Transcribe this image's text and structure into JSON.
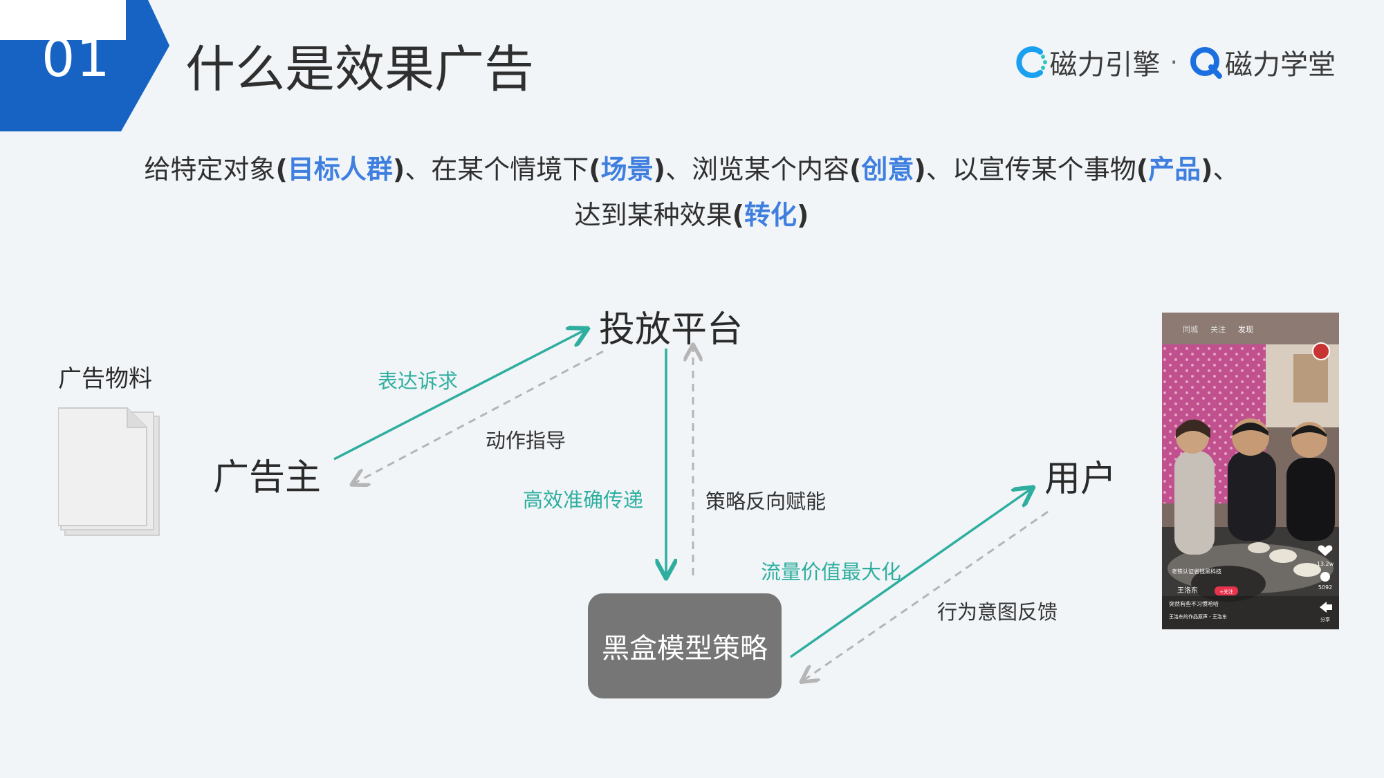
{
  "header": {
    "section_number": "01",
    "title": "什么是效果广告",
    "logos": [
      {
        "name": "磁力引擎",
        "icon": "c-arc-logo-icon"
      },
      {
        "name": "磁力学堂",
        "icon": "q-ring-logo-icon"
      }
    ],
    "logo_separator": "·",
    "colors": {
      "badge": "#1763c4",
      "accent_blue": "#3f7fdf",
      "teal": "#2fae9f",
      "gray_box": "#767676"
    }
  },
  "definition": {
    "parts": [
      {
        "text": "给特定对象",
        "kw": false
      },
      {
        "text": "(",
        "paren": true
      },
      {
        "text": "目标人群",
        "kw": true
      },
      {
        "text": ")",
        "paren": true
      },
      {
        "text": "、在某个情境下",
        "kw": false
      },
      {
        "text": "(",
        "paren": true
      },
      {
        "text": "场景",
        "kw": true
      },
      {
        "text": ")",
        "paren": true
      },
      {
        "text": "、浏览某个内容",
        "kw": false
      },
      {
        "text": "(",
        "paren": true
      },
      {
        "text": "创意",
        "kw": true
      },
      {
        "text": ")",
        "paren": true
      },
      {
        "text": "、以宣传某个事物",
        "kw": false
      },
      {
        "text": "(",
        "paren": true
      },
      {
        "text": "产品",
        "kw": true
      },
      {
        "text": ")",
        "paren": true
      },
      {
        "text": "、达到某种效果",
        "kw": false
      },
      {
        "text": "(",
        "paren": true
      },
      {
        "text": "转化",
        "kw": true
      },
      {
        "text": ")",
        "paren": true
      }
    ]
  },
  "diagram": {
    "nodes": {
      "platform": "投放平台",
      "advertiser": "广告主",
      "user": "用户",
      "blackbox": "黑盒模型策略",
      "materials": "广告物料"
    },
    "edges": {
      "express_demand": "表达诉求",
      "action_guide": "动作指导",
      "efficient_delivery": "高效准确传递",
      "strategy_feedback": "策略反向赋能",
      "maximize_traffic": "流量价值最大化",
      "behavior_feedback": "行为意图反馈"
    }
  },
  "phone_screenshot": {
    "top_tabs": [
      "同城",
      "关注",
      "发现"
    ],
    "side_counts": [
      "13.2w",
      "5092"
    ],
    "share_label": "分享",
    "author_badge": "老铁认证省钱黑科技",
    "username": "王洛东",
    "follow_label": "+关注",
    "caption": "突然有些不习惯哈哈",
    "music": "王洛东的作品原声 - 王洛东"
  }
}
